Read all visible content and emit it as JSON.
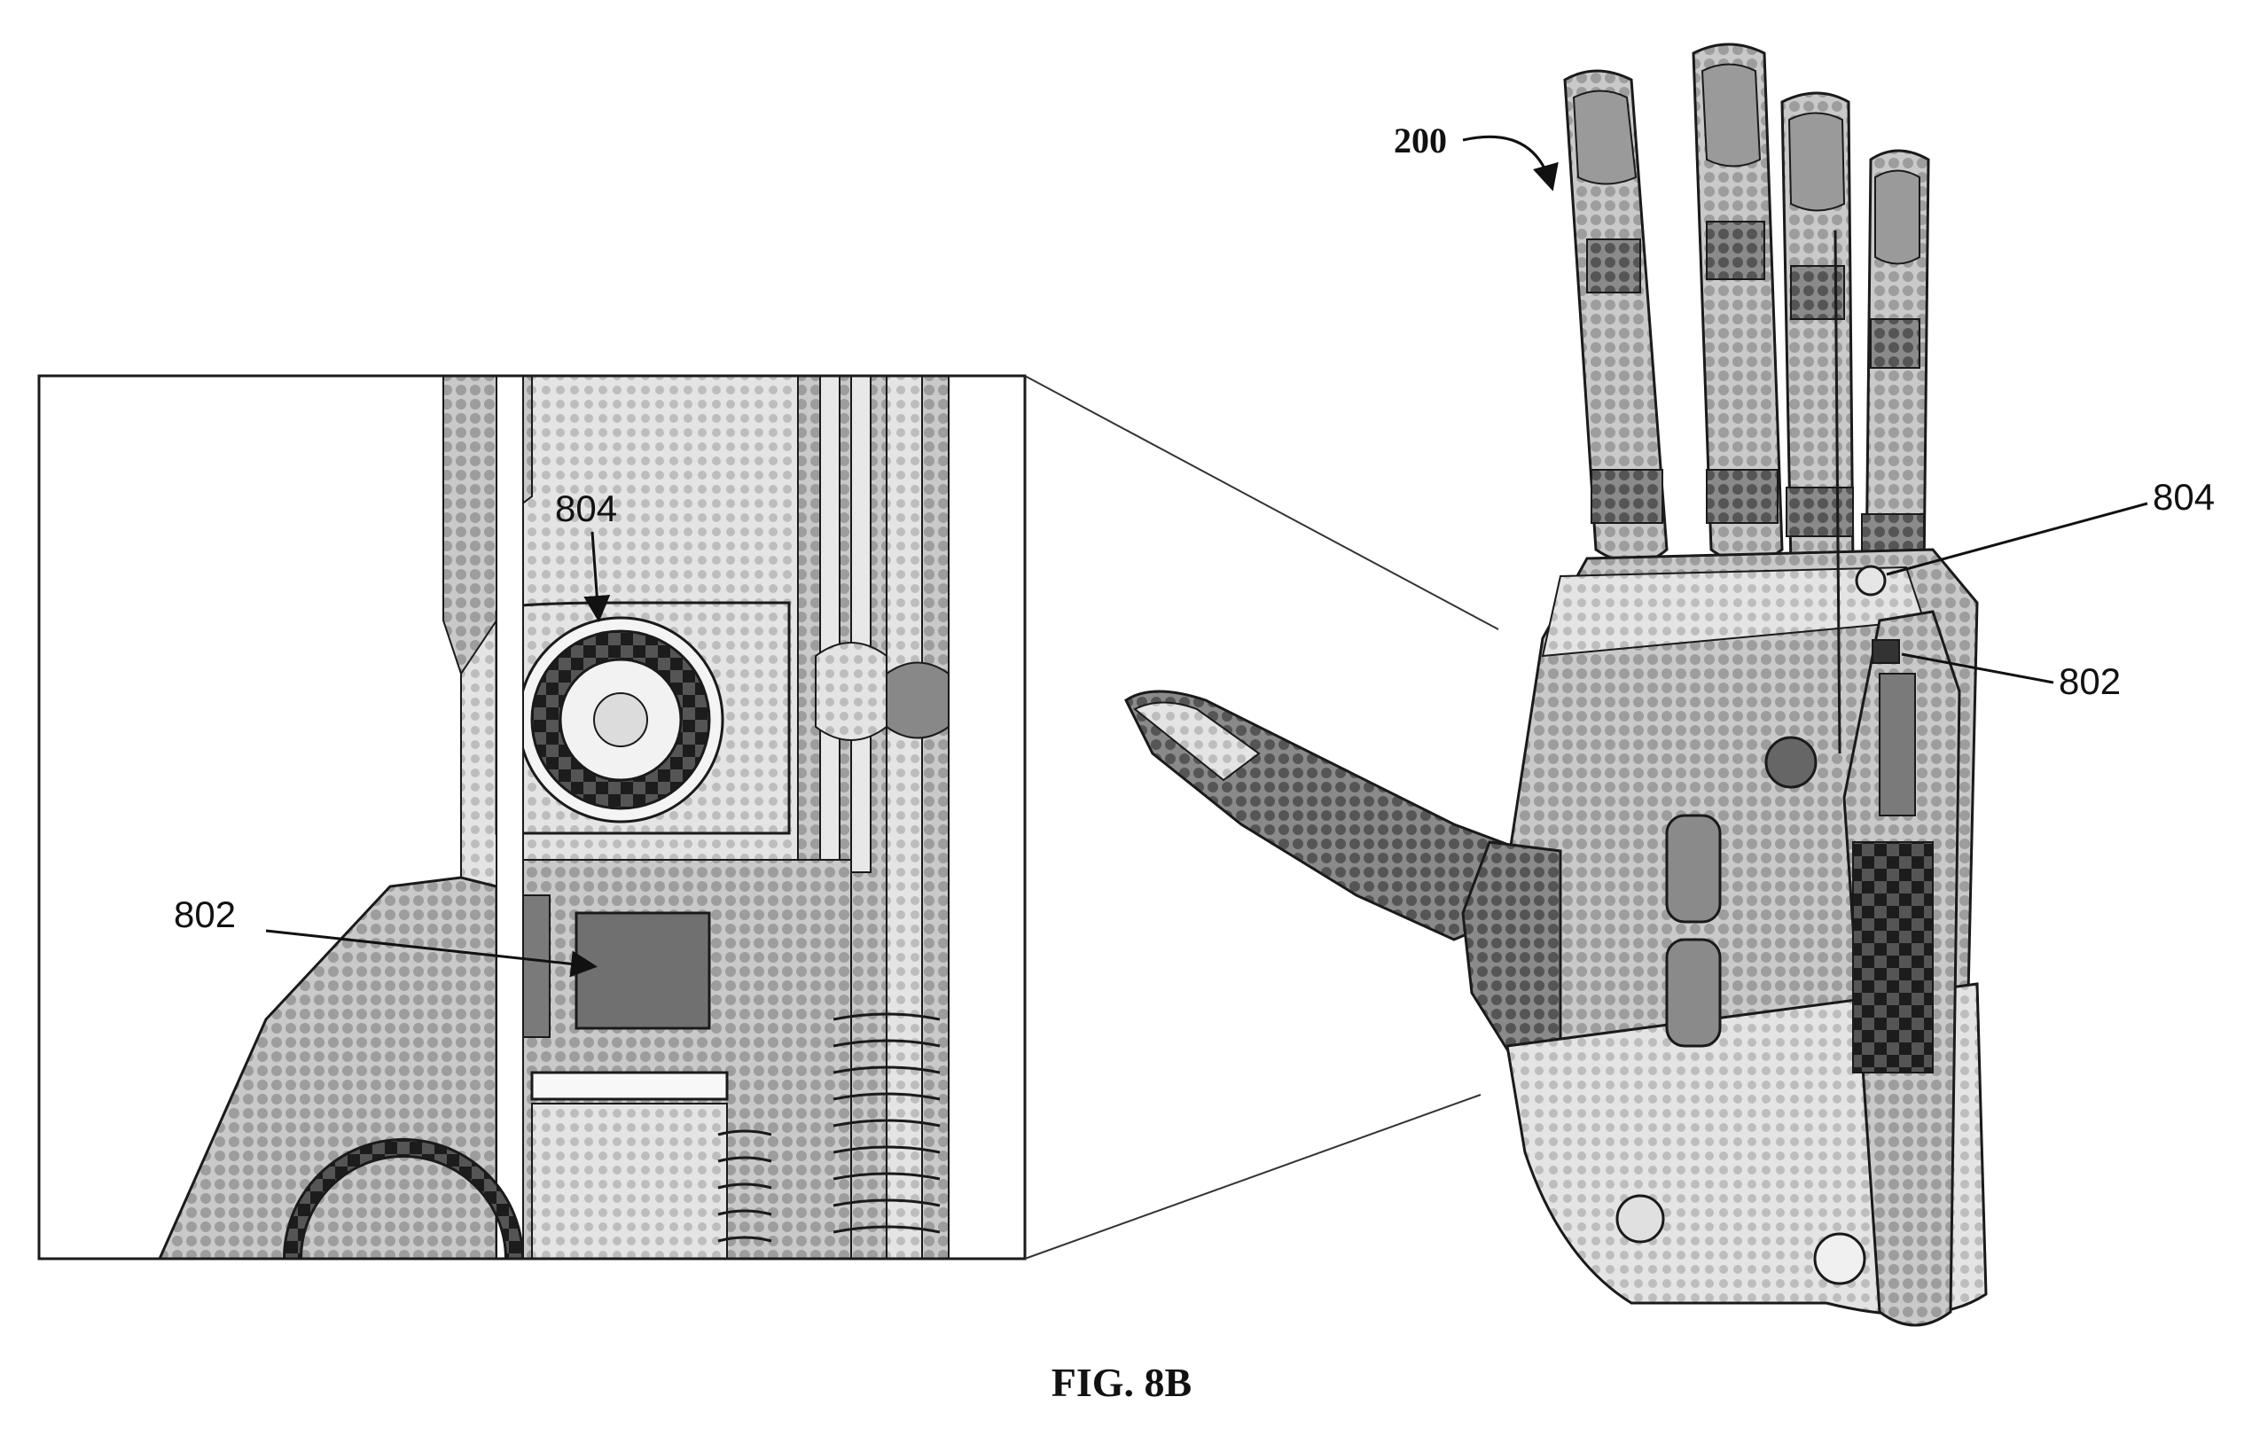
{
  "figure": {
    "caption": "FIG. 8B",
    "labels": {
      "device": "200",
      "inset_magnet": "804",
      "inset_sensor": "802",
      "main_magnet": "804",
      "main_sensor": "802"
    }
  },
  "colors": {
    "stroke": "#1a1a1a",
    "part_fill": "#b8b8b8",
    "part_dark": "#6d6d6d",
    "dither": "#9a9a9a",
    "background": "#ffffff"
  }
}
